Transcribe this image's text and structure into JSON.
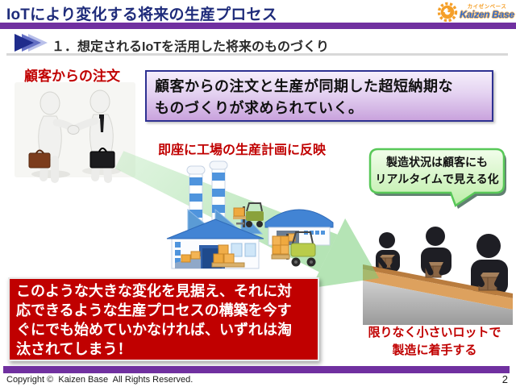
{
  "header": {
    "title": "IoTにより変化する将来の生産プロセス",
    "logo": {
      "katakana": "カイゼンベース",
      "name": "Kaizen Base"
    }
  },
  "section": {
    "heading": "１．想定されるIoTを活用した将来のものづくり"
  },
  "diagram": {
    "customer_order_label": "顧客からの注文",
    "purple_box_text": "顧客からの注文と生産が同期した超短納期な\nものづくりが求められていく。",
    "factory_label": "即座に工場の生産計画に反映",
    "bubble_text": "製造状況は顧客にも\nリアルタイムで見える化",
    "red_box_text": "このような大きな変化を見据え、それに対\n応できるような生産プロセスの構築を今す\nぐにでも始めていかなければ、いずれは淘\n汰されてしまう！",
    "small_lot_label": "限りなく小さいロットで\n製造に着手する"
  },
  "footer": {
    "copyright": "Copyright ©  Kaizen Base  All Rights Reserved.",
    "page_number": "2"
  },
  "colors": {
    "accent_purple": "#7030A0",
    "title_navy": "#1F2C7B",
    "alert_red": "#C00000",
    "bubble_green_border": "#58C858",
    "flow_arrow_green": "#8FD58F",
    "purple_box_border": "#2E3192"
  }
}
